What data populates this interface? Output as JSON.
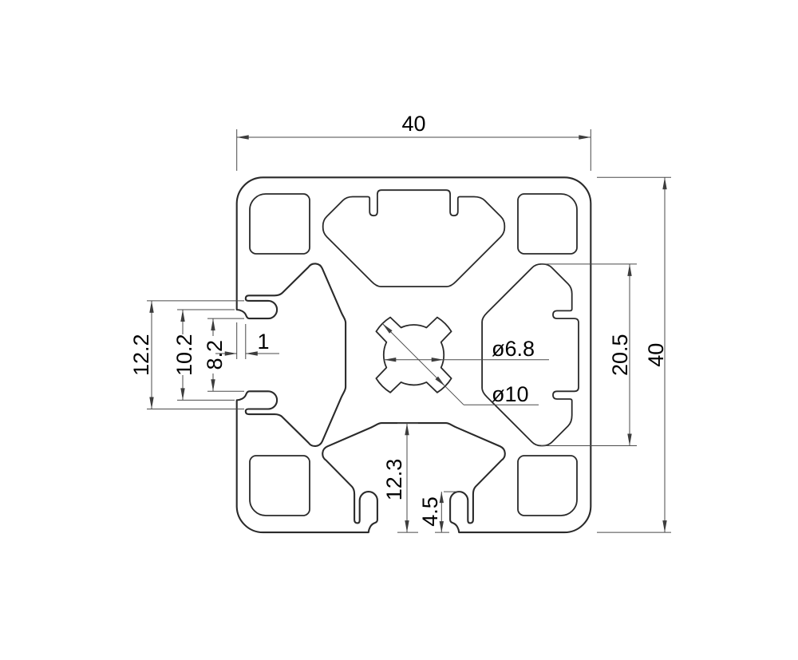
{
  "drawing": {
    "subject": "aluminum-extrusion-profile-cross-section",
    "units": "mm",
    "colors": {
      "outline": "#2a2a2a",
      "dimension_lines": "#4a4a4a",
      "text": "#000000",
      "background": "#ffffff"
    },
    "dimensions": {
      "top_width": "40",
      "right_height": "40",
      "right_cavity_span": "20.5",
      "left_slot_outer_width": "12.2",
      "left_slot_face_width": "10.2",
      "left_slot_opening_width": "8.2",
      "left_slot_lip_step": "1",
      "bottom_slot_depth": "12.3",
      "bottom_lip_depth": "4.5",
      "center_hole_core_dia": "ø6.8",
      "center_hole_major_dia": "ø10"
    }
  }
}
